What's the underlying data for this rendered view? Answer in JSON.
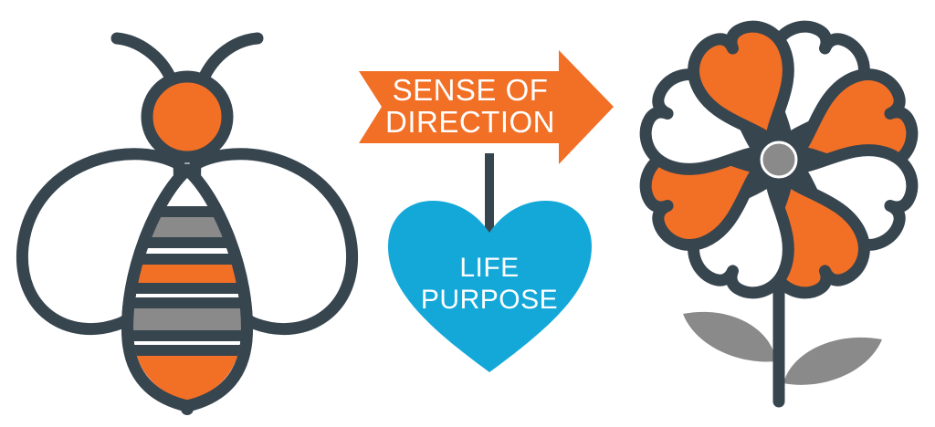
{
  "sign": {
    "line1": "SENSE OF",
    "line2": "DIRECTION"
  },
  "heart": {
    "line1": "LIFE",
    "line2": "PURPOSE"
  },
  "colors": {
    "outline": "#37454f",
    "orange": "#f26f26",
    "gray": "#8a8a8a",
    "blue": "#14a8d9",
    "white": "#ffffff"
  },
  "icons": [
    "bee-icon",
    "arrow-sign-icon",
    "heart-icon",
    "flower-icon"
  ]
}
